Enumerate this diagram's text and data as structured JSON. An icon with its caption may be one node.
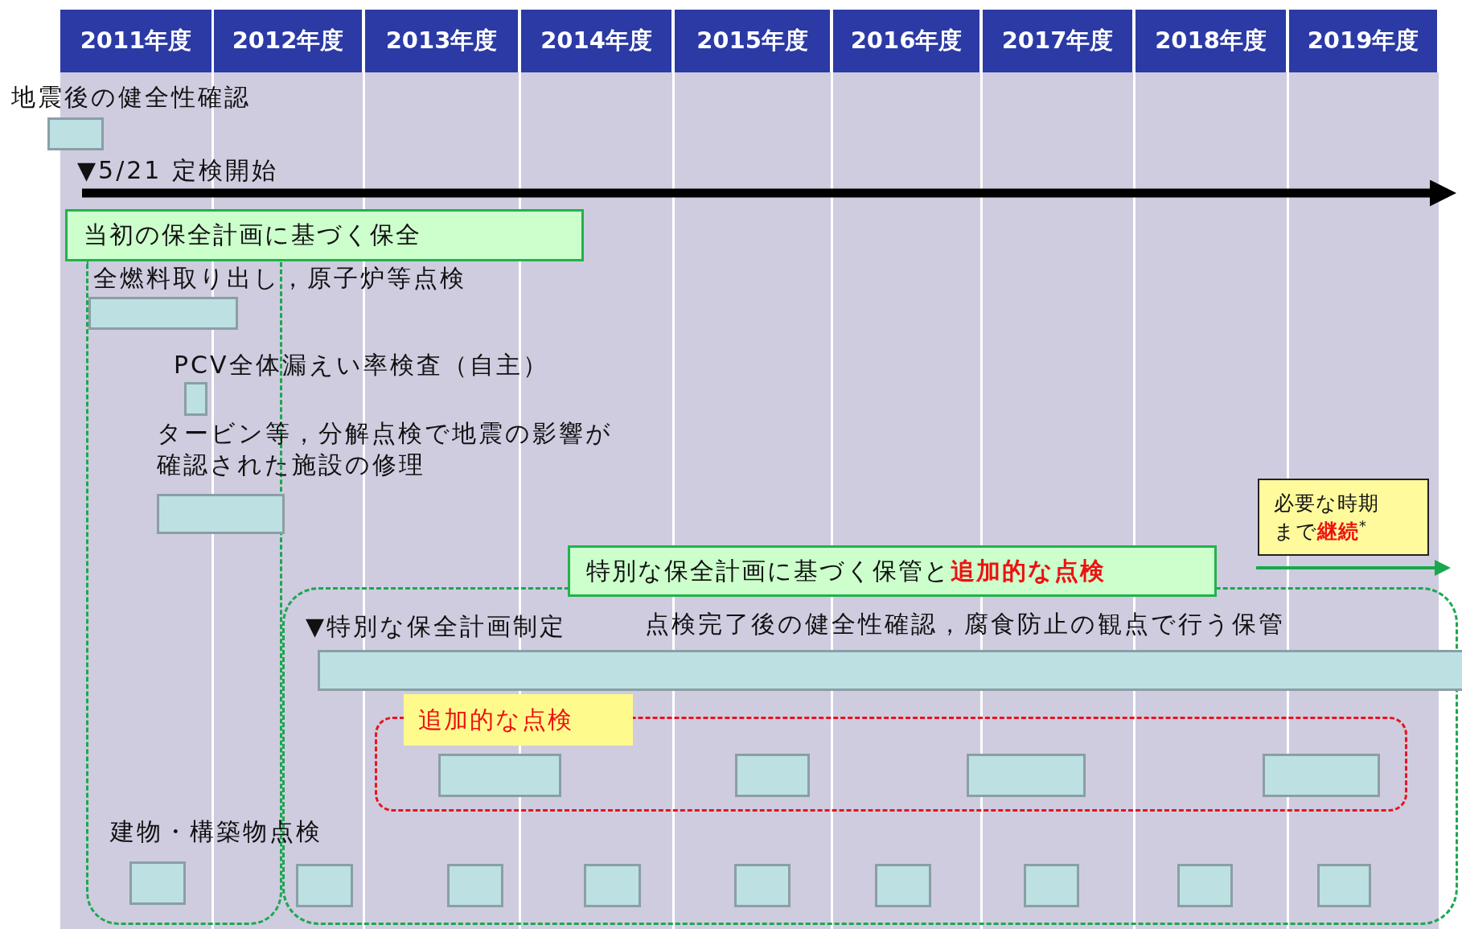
{
  "diagram": {
    "nodes": [
      {
        "text": [
          "2011年度"
        ]
      },
      {
        "text": [
          "2012年度"
        ]
      },
      {
        "text": [
          "2013年度"
        ]
      },
      {
        "text": [
          "2014年度"
        ]
      },
      {
        "text": [
          "2015年度"
        ]
      },
      {
        "text": [
          "2016年度"
        ]
      },
      {
        "text": [
          "2017年度"
        ]
      },
      {
        "text": [
          "2018年度"
        ]
      },
      {
        "text": [
          "2019年度"
        ]
      },
      {
        "text": [],
        "shape": "bar"
      },
      {
        "text": [
          "当初の保全計画に基づく保全"
        ]
      },
      {
        "text": [],
        "shape": "box"
      },
      {
        "text": [],
        "shape": "bar",
        "in": 11
      },
      {
        "text": [],
        "shape": "bar",
        "in": 11
      },
      {
        "text": [],
        "shape": "bar",
        "in": 11
      },
      {
        "text": [],
        "shape": "bar",
        "in": 11
      },
      {
        "text": [
          "特別な保全計画に基づく保管と**追加的な点検**"
        ]
      },
      {
        "text": [
          "必要な時期まで**継続**$^{*}$"
        ]
      },
      {
        "text": [],
        "shape": "box"
      },
      {
        "text": [],
        "shape": "bar",
        "in": 18
      },
      {
        "text": [
          "追加的な点検"
        ],
        "in": 18
      },
      {
        "text": [],
        "shape": "box",
        "in": 18
      },
      {
        "text": [],
        "shape": "bar",
        "in": 21
      },
      {
        "text": [],
        "shape": "bar",
        "in": 21
      },
      {
        "text": [],
        "shape": "bar",
        "in": 21
      },
      {
        "text": [],
        "shape": "bar",
        "in": 21
      },
      {
        "text": [],
        "shape": "bar",
        "in": 18
      },
      {
        "text": [],
        "shape": "bar",
        "in": 18
      },
      {
        "text": [],
        "shape": "bar",
        "in": 18
      },
      {
        "text": [],
        "shape": "bar",
        "in": 18
      },
      {
        "text": [],
        "shape": "bar",
        "in": 18
      },
      {
        "text": [],
        "shape": "bar",
        "in": 18
      },
      {
        "text": [],
        "shape": "bar",
        "in": 18
      },
      {
        "text": [],
        "shape": "bar",
        "in": 18
      }
    ],
    "labels": [
      "地震後の健全性確認",
      "▼5/21 定検開始",
      "全燃料取り出し，原子炉等点検",
      "PCV全体漏えい率検査（自主）",
      "タービン等，分解点検で地震の影響が確認された施設の修理",
      "▼特別な保全計画制定",
      "点検完了後の健全性確認，腐食防止の観点で行う保管",
      "建物・構築物点検"
    ]
  }
}
